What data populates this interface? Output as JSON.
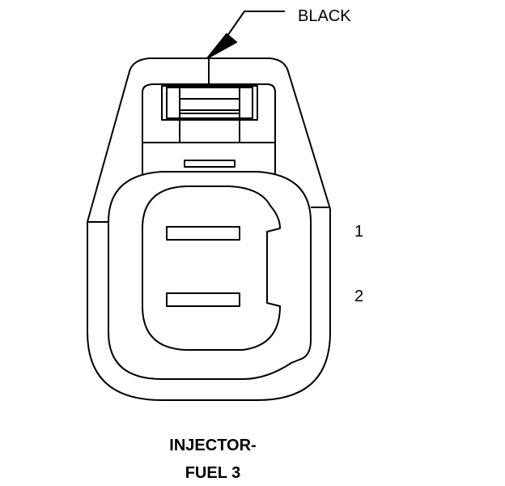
{
  "connector": {
    "wire_color_label": "BLACK",
    "pins": [
      {
        "label": "1"
      },
      {
        "label": "2"
      }
    ],
    "title_lines": [
      "INJECTOR-",
      "FUEL 3"
    ]
  },
  "colors": {
    "line": "#000000",
    "background": "#ffffff"
  }
}
